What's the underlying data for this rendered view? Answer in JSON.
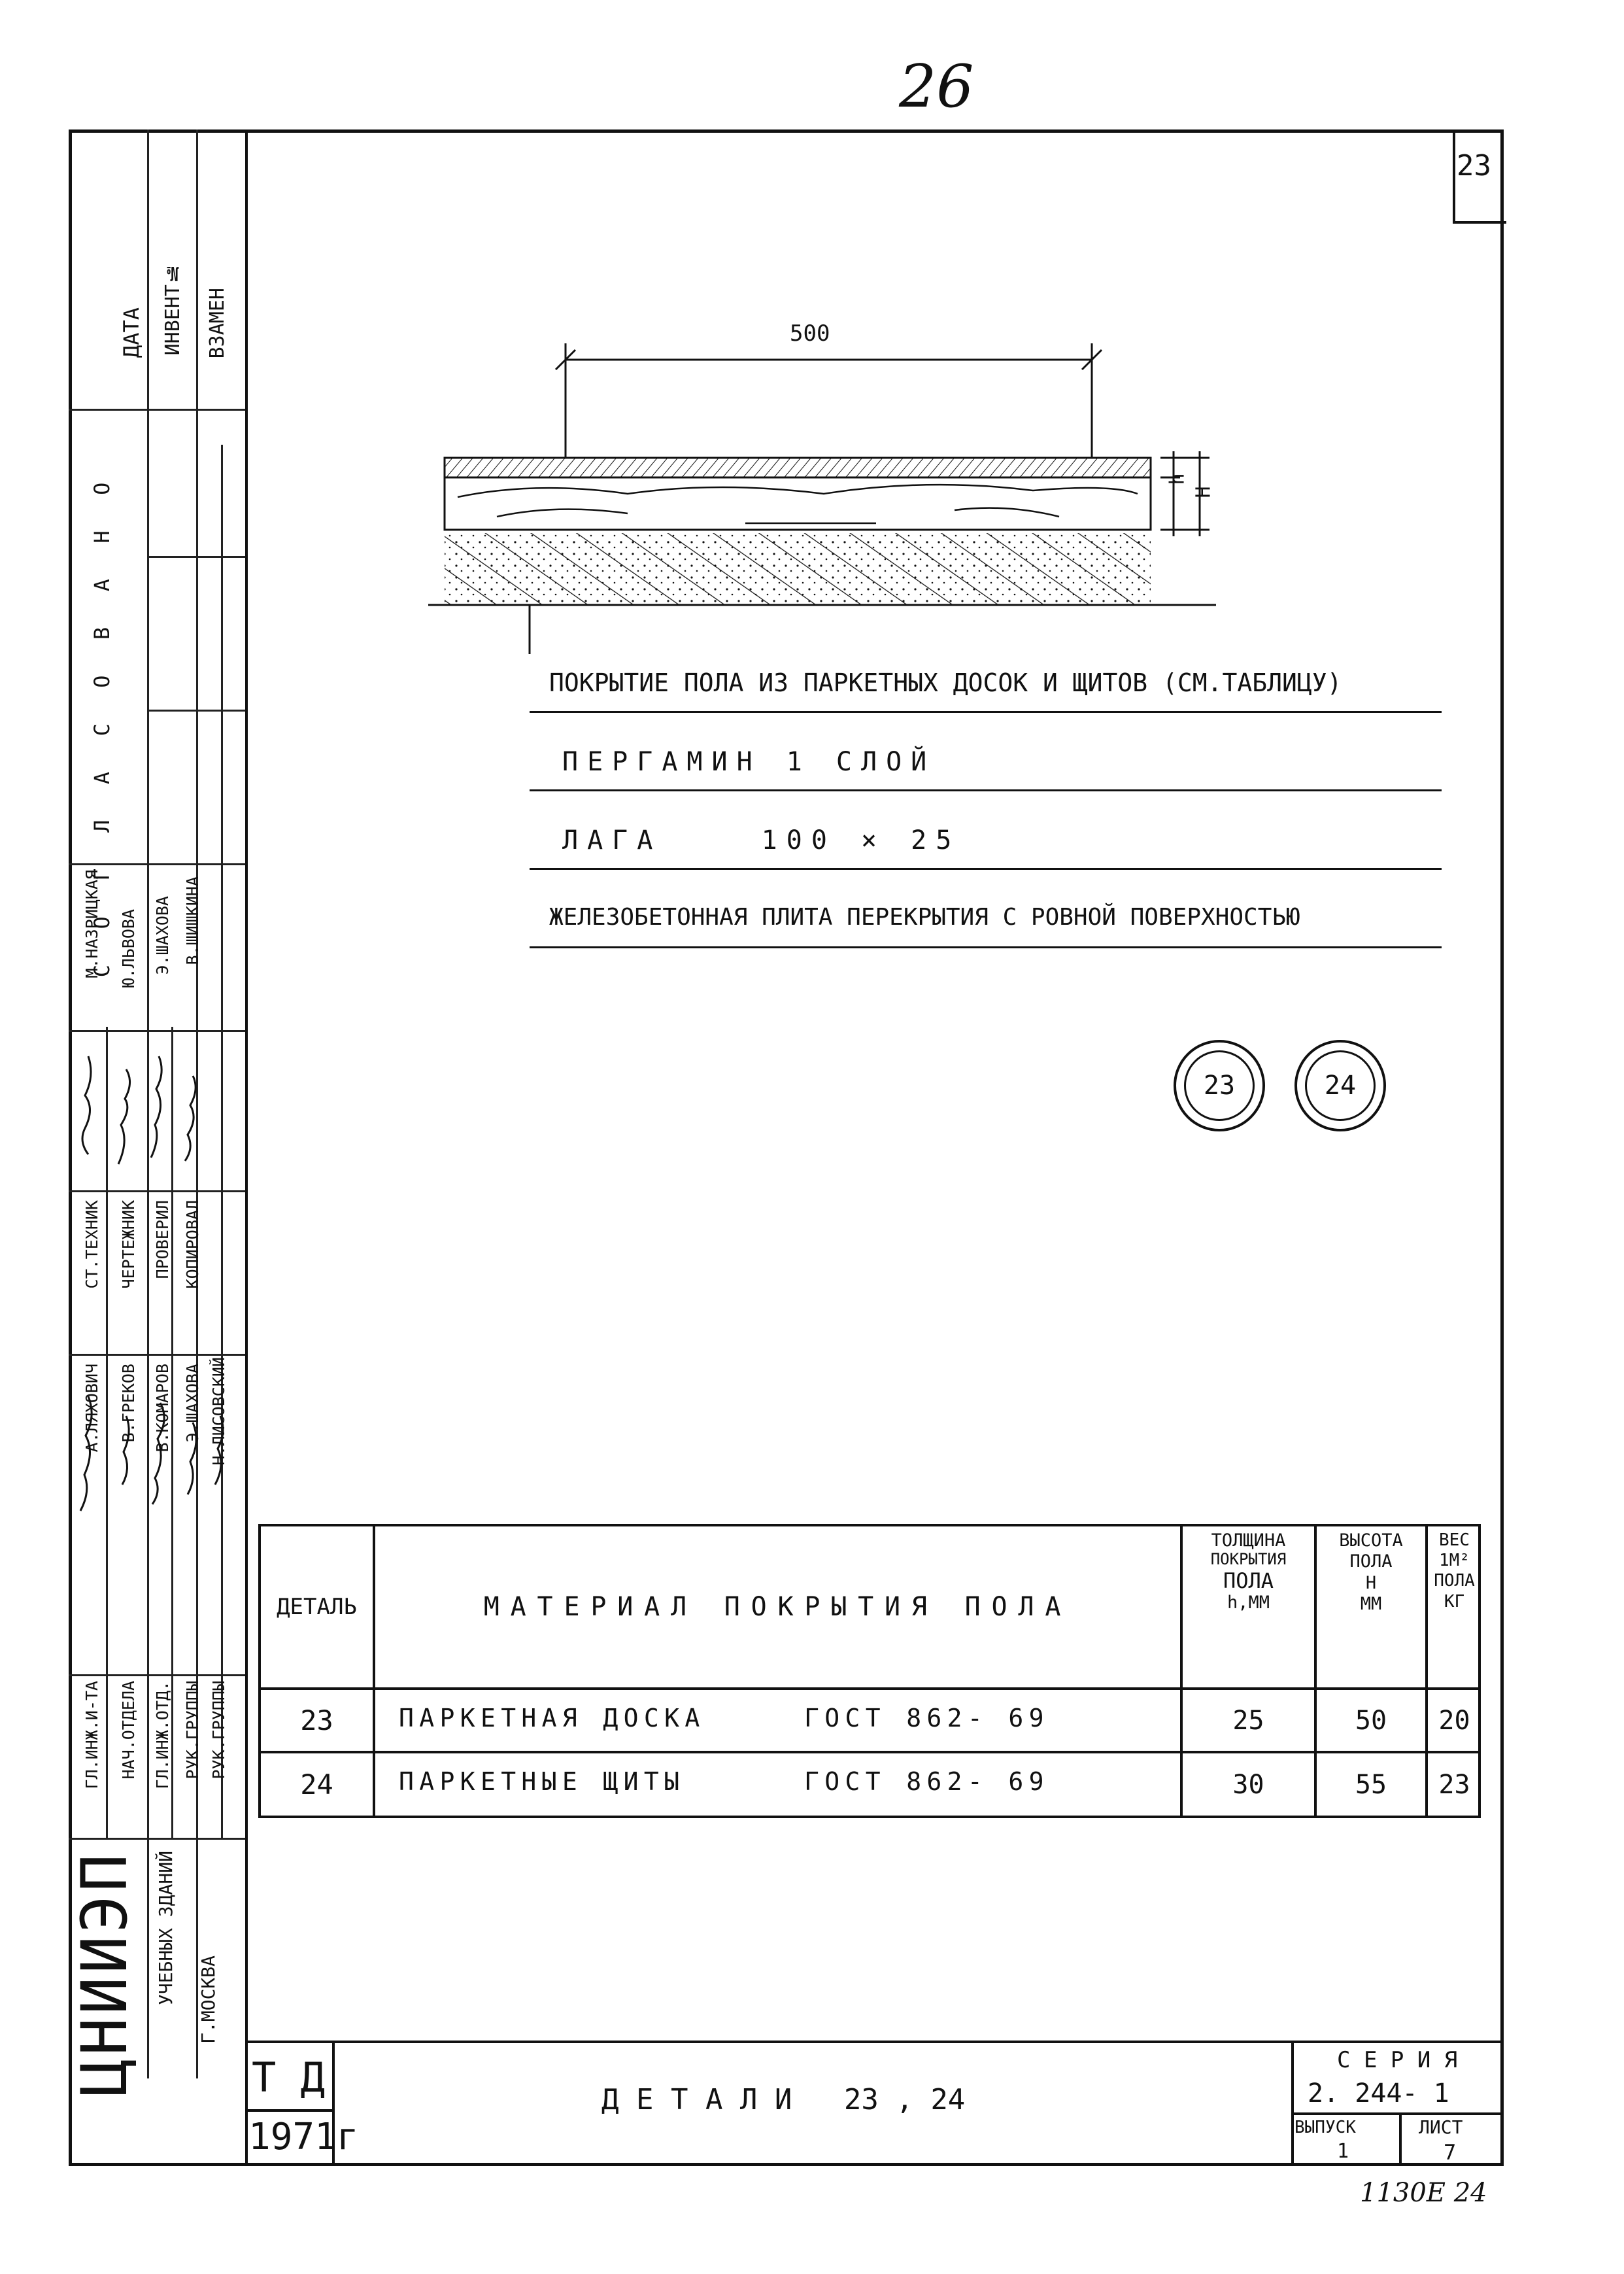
{
  "page": {
    "handwritten_number": "26",
    "detail_number_box": "23",
    "bottom_note": "1130Е 24"
  },
  "drawing": {
    "dimension": "500",
    "dim_h": "h",
    "dim_H": "H",
    "layers": [
      "ПОКРЫТИЕ ПОЛА ИЗ ПАРКЕТНЫХ ДОСОК И ЩИТОВ (СМ.ТАБЛИЦУ)",
      "ПЕРГАМИН 1 СЛОЙ",
      "ЛАГА    100 × 25",
      "ЖЕЛЕЗОБЕТОННАЯ ПЛИТА ПЕРЕКРЫТИЯ С РОВНОЙ ПОВЕРХНОСТЬЮ"
    ],
    "detail_markers": [
      "23",
      "24"
    ]
  },
  "table": {
    "headers": {
      "detail": "ДЕТАЛЬ",
      "material": "МАТЕРИАЛ ПОКРЫТИЯ ПОЛА",
      "thickness": [
        "ТОЛЩИНА",
        "ПОКРЫТИЯ",
        "ПОЛА",
        "h,ММ"
      ],
      "height": [
        "ВЫСОТА",
        "ПОЛА",
        "Н",
        "ММ"
      ],
      "weight": [
        "ВЕС",
        "1М²",
        "ПОЛА",
        "КГ"
      ]
    },
    "rows": [
      {
        "detail": "23",
        "material": "ПАРКЕТНАЯ ДОСКА",
        "gost": "ГОСТ 862- 69",
        "thickness": "25",
        "height": "50",
        "weight": "20"
      },
      {
        "detail": "24",
        "material": "ПАРКЕТНЫЕ ЩИТЫ",
        "gost": "ГОСТ 862- 69",
        "thickness": "30",
        "height": "55",
        "weight": "23"
      }
    ]
  },
  "sidebar": {
    "stamp": {
      "date": "ДАТА",
      "invent": "ИНВЕНТ№",
      "vzamen": "ВЗАМЕН",
      "soglasovano": "С О Г Л А С О В А Н О"
    },
    "roles_left": [
      "ГЛ.ИНЖ.И-ТА",
      "НАЧ.ОТДЕЛА",
      "ГЛ.ИНЖ.ОТД.",
      "РУК.ГРУППЫ",
      "РУК.ГРУППЫ"
    ],
    "names_left": [
      "А.ЛЯХОВИЧ",
      "В.ГРЕКОВ",
      "В.КОМАРОВ",
      "Э.ШАХОВА",
      "Н.ЛИСОВСКИЙ"
    ],
    "roles_right": [
      "СТ.ТЕХНИК",
      "ЧЕРТЕЖНИК",
      "ПРОВЕРИЛ",
      "КОПИРОВАЛ"
    ],
    "names_right": [
      "М.НАЗРИЦКАЯ",
      "Ю.ЛЬВОВА",
      "Э.ШАХОВА",
      "В.ШИШКИНА"
    ],
    "org_big": "ЦНИИЭП",
    "org_line1": "УЧЕБНЫХ ЗДАНИЙ",
    "org_line2": "Г.МОСКВА"
  },
  "title_block": {
    "td": "Т Д",
    "year": "1971г",
    "title": "Д Е Т А Л И   23 , 24",
    "series_label": "С Е Р И Я",
    "series_value": "2. 244- 1",
    "issue_label": "ВЫПУСК",
    "issue_value": "1",
    "sheet_label": "ЛИСТ",
    "sheet_value": "7"
  }
}
